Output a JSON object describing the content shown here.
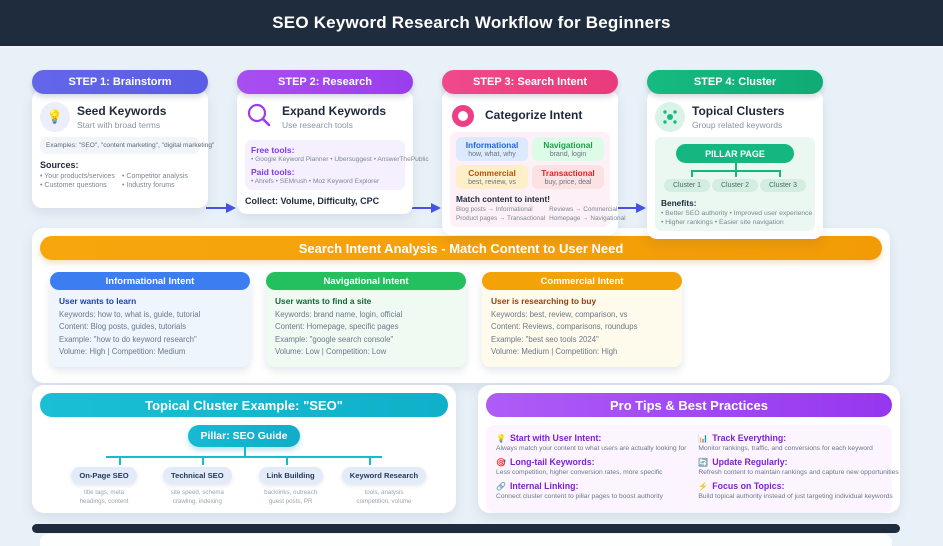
{
  "colors": {
    "banner": "#1f2c3d",
    "step1": "#6466ea",
    "step2": "#a94ff1",
    "step3": "#f04a8a",
    "step4": "#17ba81",
    "accent_orange": "#f6a50b",
    "accent_cyan": "#15bad3",
    "accent_purple": "#a855f7"
  },
  "header": {
    "title": "SEO Keyword Research Workflow for Beginners"
  },
  "steps": [
    {
      "label": "STEP 1: Brainstorm",
      "icon": "💡",
      "title": "Seed Keywords",
      "subtitle": "Start with broad terms",
      "example": "Examples: \"SEO\", \"content marketing\", \"digital marketing\"",
      "sources_label": "Sources:",
      "sources": [
        "• Your products/services",
        "• Competitor analysis",
        "• Customer questions",
        "• Industry forums"
      ]
    },
    {
      "label": "STEP 2: Research",
      "icon": "magnifier",
      "title": "Expand Keywords",
      "subtitle": "Use research tools",
      "free_label": "Free tools:",
      "free_tools": "• Google Keyword Planner • Ubersuggest • AnswerThePublic",
      "paid_label": "Paid tools:",
      "paid_tools": "• Ahrefs • SEMrush • Moz Keyword Explorer",
      "collect": "Collect: Volume, Difficulty, CPC"
    },
    {
      "label": "STEP 3: Search Intent",
      "icon": "target-ring",
      "title": "Categorize Intent",
      "chips": [
        {
          "name": "Informational",
          "sub": "how, what, why"
        },
        {
          "name": "Navigational",
          "sub": "brand, login"
        },
        {
          "name": "Commercial",
          "sub": "best, review, vs"
        },
        {
          "name": "Transactional",
          "sub": "buy, price, deal"
        }
      ],
      "match_label": "Match content to intent!",
      "match": [
        "Blog posts → Informational",
        "Reviews → Commercial",
        "Product pages → Transactional",
        "Homepage → Navigational"
      ]
    },
    {
      "label": "STEP 4: Cluster",
      "icon": "cluster-dots",
      "title": "Topical Clusters",
      "subtitle": "Group related keywords",
      "pillar": "PILLAR PAGE",
      "clusters": [
        "Cluster 1",
        "Cluster 2",
        "Cluster 3"
      ],
      "benefits_label": "Benefits:",
      "benefits": [
        "• Better SEO authority • Improved user experience",
        "• Higher rankings • Easier site navigation"
      ]
    }
  ],
  "intent_section": {
    "title": "Search Intent Analysis - Match Content to User Need",
    "cards": [
      {
        "title": "Informational Intent",
        "lead": "User wants to learn",
        "lines": [
          "Keywords: how to, what is, guide, tutorial",
          "Content: Blog posts, guides, tutorials",
          "Example: \"how to do keyword research\"",
          "Volume: High | Competition: Medium"
        ]
      },
      {
        "title": "Navigational Intent",
        "lead": "User wants to find a site",
        "lines": [
          "Keywords: brand name, login, official",
          "Content: Homepage, specific pages",
          "Example: \"google search console\"",
          "Volume: Low | Competition: Low"
        ]
      },
      {
        "title": "Commercial Intent",
        "lead": "User is researching to buy",
        "lines": [
          "Keywords: best, review, comparison, vs",
          "Content: Reviews, comparisons, roundups",
          "Example: \"best seo tools 2024\"",
          "Volume: Medium | Competition: High"
        ]
      }
    ]
  },
  "cluster_example": {
    "title": "Topical Cluster Example: \"SEO\"",
    "pillar": "Pillar: SEO Guide",
    "nodes": [
      {
        "name": "On-Page SEO",
        "sub1": "title tags, meta",
        "sub2": "headings, content"
      },
      {
        "name": "Technical SEO",
        "sub1": "site speed, schema",
        "sub2": "crawling, indexing"
      },
      {
        "name": "Link Building",
        "sub1": "backlinks, outreach",
        "sub2": "guest posts, PR"
      },
      {
        "name": "Keyword Research",
        "sub1": "tools, analysis",
        "sub2": "competition, volume"
      }
    ]
  },
  "pro_tips": {
    "title": "Pro Tips & Best Practices",
    "tips": [
      {
        "icon": "💡",
        "heading": "Start with User Intent:",
        "body": "Always match your content to what users are actually looking for"
      },
      {
        "icon": "📊",
        "heading": "Track Everything:",
        "body": "Monitor rankings, traffic, and conversions for each keyword"
      },
      {
        "icon": "🎯",
        "heading": "Long-tail Keywords:",
        "body": "Less competition, higher conversion rates, more specific"
      },
      {
        "icon": "🔄",
        "heading": "Update Regularly:",
        "body": "Refresh content to maintain rankings and capture new opportunities"
      },
      {
        "icon": "🔗",
        "heading": "Internal Linking:",
        "body": "Connect cluster content to pillar pages to boost authority"
      },
      {
        "icon": "⚡",
        "heading": "Focus on Topics:",
        "body": "Build topical authority instead of just targeting individual keywords"
      }
    ]
  }
}
